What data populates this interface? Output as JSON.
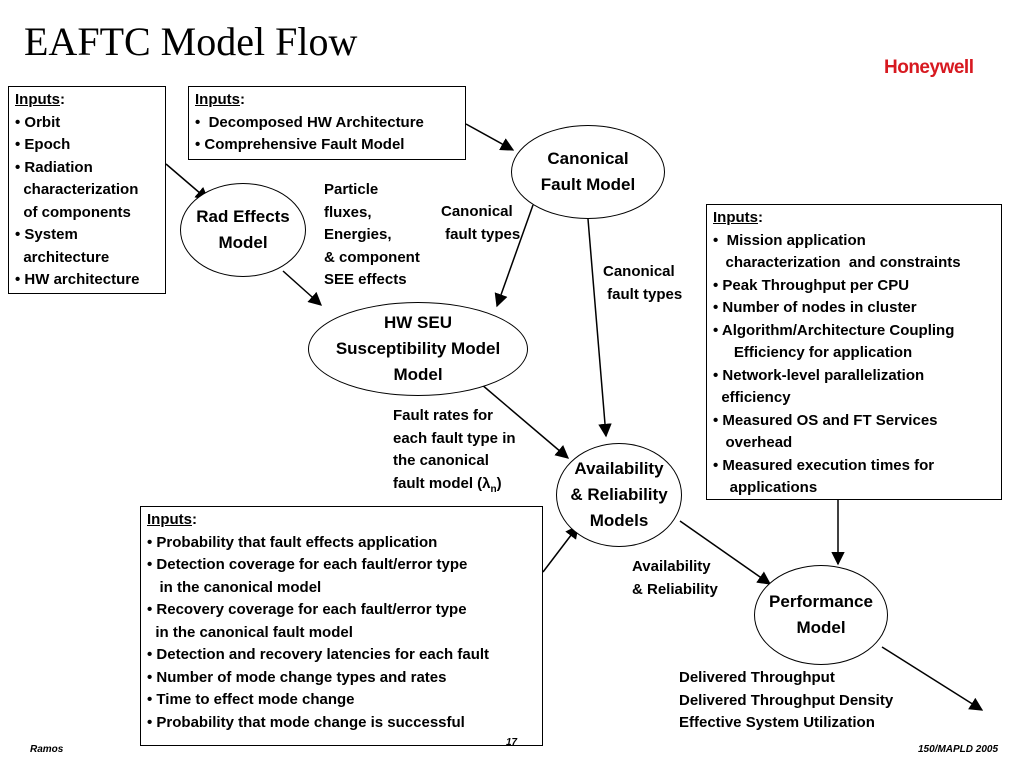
{
  "title": "EAFTC Model Flow",
  "logo": "Honeywell",
  "inputs_left": {
    "heading": "Inputs",
    "lines": [
      "• Orbit",
      "• Epoch",
      "• Radiation",
      "  characterization",
      "  of components",
      "• System",
      "  architecture",
      "• HW architecture"
    ]
  },
  "inputs_top": {
    "heading": "Inputs",
    "lines": [
      "•  Decomposed HW Architecture",
      "• Comprehensive Fault Model"
    ]
  },
  "inputs_right": {
    "heading": "Inputs",
    "lines": [
      "•  Mission application",
      "   characterization  and constraints",
      "• Peak Throughput per CPU",
      "• Number of nodes in cluster",
      "• Algorithm/Architecture Coupling",
      "     Efficiency for application",
      "• Network-level parallelization",
      "  efficiency",
      "• Measured OS and FT Services",
      "   overhead",
      "• Measured execution times for",
      "    applications"
    ]
  },
  "inputs_bottom": {
    "heading": "Inputs",
    "lines": [
      "• Probability that fault effects application",
      "• Detection coverage for each fault/error type",
      "   in the canonical model",
      "• Recovery coverage for each fault/error type",
      "  in the canonical fault model",
      "• Detection and recovery latencies for each fault",
      "• Number of mode change types and rates",
      "• Time to effect mode change",
      "• Probability that mode change is successful"
    ]
  },
  "nodes": {
    "canonical": "Canonical\nFault Model",
    "rad_effects": "Rad Effects\nModel",
    "hw_seu": "HW SEU\nSusceptibility Model\nModel",
    "availability": "Availability\n& Reliability\nModels",
    "performance": "Performance\nModel"
  },
  "labels": {
    "particle": "Particle\nfluxes,\nEnergies,\n& component\nSEE effects",
    "canon_types_1": "Canonical\n fault types",
    "canon_types_2": "Canonical\n fault types",
    "fault_rates": "Fault rates for\neach fault type in\nthe canonical\nfault model (",
    "lambda": "λ",
    "lambda_sub": "n",
    "fault_rates_end": ")",
    "avail_rel": "Availability\n& Reliability",
    "delivered": "Delivered Throughput\nDelivered Throughput Density\nEffective System Utilization"
  },
  "footer": {
    "author": "Ramos",
    "page": "17",
    "event": "150/MAPLD 2005"
  }
}
